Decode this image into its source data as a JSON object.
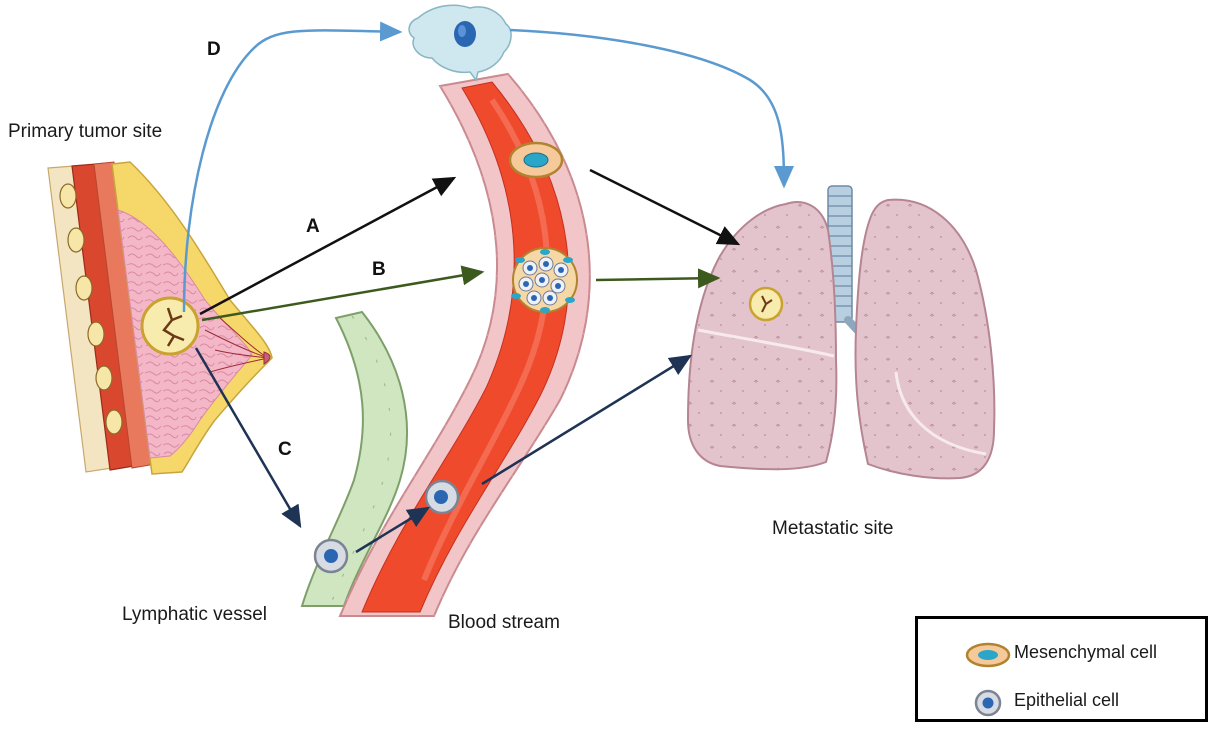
{
  "labels": {
    "primary": "Primary tumor site",
    "lymph": "Lymphatic vessel",
    "blood": "Blood stream",
    "metastatic": "Metastatic site"
  },
  "routes": {
    "a": "A",
    "b": "B",
    "c": "C",
    "d": "D"
  },
  "legend": {
    "mesenchymal": "Mesenchymal cell",
    "epithelial": "Epithelial cell"
  },
  "colors": {
    "route_a": "#111111",
    "route_b": "#3d5a1e",
    "route_c": "#1f3455",
    "route_d": "#5a9ad0",
    "blood": "#ef4a2c",
    "lymph": "#cfe6c1",
    "lung": "#e4c4cc",
    "breast_fat": "#f6d86a"
  }
}
